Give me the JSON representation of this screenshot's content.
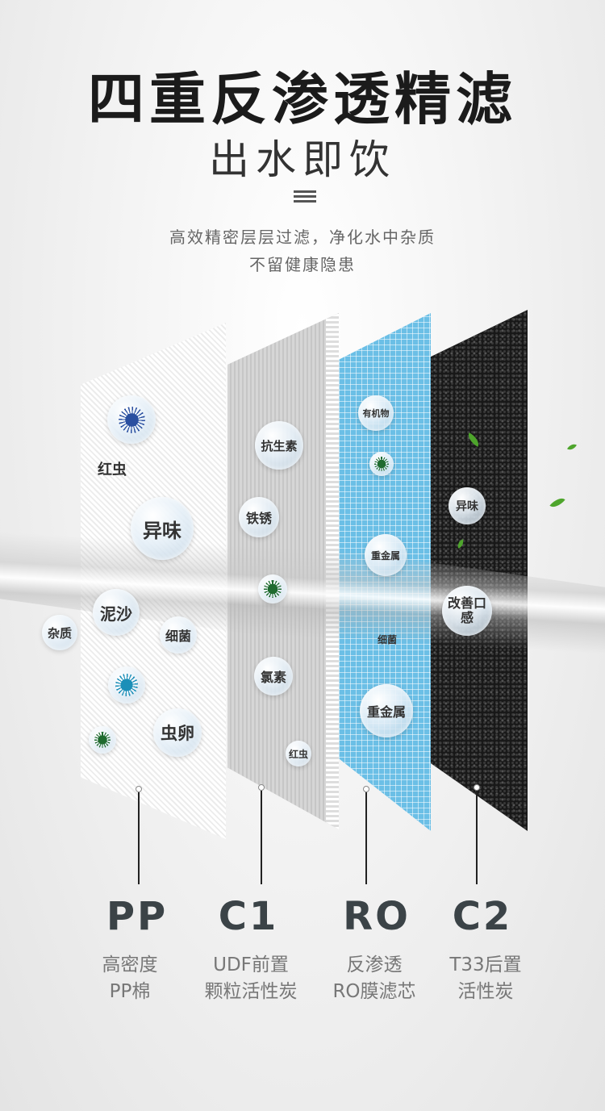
{
  "header": {
    "title": "四重反渗透精滤",
    "subtitle": "出水即饮",
    "desc_line1": "高效精密层层过滤，净化水中杂质",
    "desc_line2": "不留健康隐患"
  },
  "bubbles": {
    "pp": [
      "红虫",
      "异味",
      "泥沙",
      "杂质",
      "细菌",
      "虫卵"
    ],
    "c1": [
      "抗生素",
      "铁锈",
      "氯素",
      "红虫"
    ],
    "ro": [
      "有机物",
      "重金属",
      "细菌",
      "重金属"
    ],
    "c2": [
      "异味",
      "改善口感"
    ]
  },
  "layers": [
    {
      "code": "PP",
      "line1": "高密度",
      "line2": "PP棉"
    },
    {
      "code": "C1",
      "line1": "UDF前置",
      "line2": "颗粒活性炭"
    },
    {
      "code": "RO",
      "line1": "反渗透",
      "line2": "RO膜滤芯"
    },
    {
      "code": "C2",
      "line1": "T33后置",
      "line2": "活性炭"
    }
  ],
  "colors": {
    "title": "#1b1b1b",
    "ro_panel": "#6bbfe6",
    "c2_panel": "#181818",
    "code": "#3b4347"
  },
  "icons": [
    "menu-icon",
    "germ-icon",
    "leaf-icon"
  ]
}
